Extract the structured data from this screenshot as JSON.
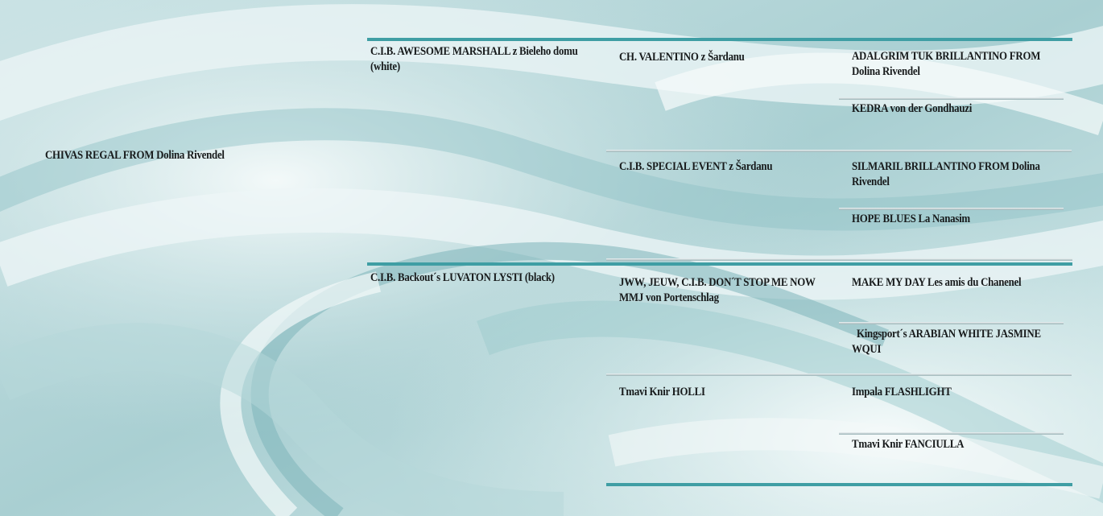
{
  "pedigree": {
    "subject": "CHIVAS REGAL FROM Dolina Rivendel",
    "sire": "C.I.B. AWESOME MARSHALL z Bieleho domu (white)",
    "dam": "C.I.B. Backout´s LUVATON LYSTI (black)",
    "sire_sire": "CH. VALENTINO z Šardanu",
    "sire_dam": "C.I.B. SPECIAL EVENT z Šardanu",
    "dam_sire": "JWW, JEUW, C.I.B. DON´T STOP ME NOW MMJ von Portenschlag",
    "dam_dam": "Tmavi Knir HOLLI",
    "ss_sire": "ADALGRIM TUK BRILLANTINO FROM Dolina Rivendel",
    "ss_dam": "KEDRA von der Gondhauzi",
    "sd_sire": "SILMARIL BRILLANTINO FROM Dolina Rivendel",
    "sd_dam": "HOPE BLUES La Nanasim",
    "ds_sire": "MAKE MY DAY Les amis du Chanenel",
    "ds_dam": "  Kingsport´s ARABIAN WHITE JASMINE WQUI",
    "dd_sire": "Impala FLASHLIGHT",
    "dd_dam": "Tmavi Knir FANCIULLA"
  },
  "colors": {
    "accent": "#3f9ea4",
    "background": "#dfeeef",
    "text": "#171a1b"
  }
}
